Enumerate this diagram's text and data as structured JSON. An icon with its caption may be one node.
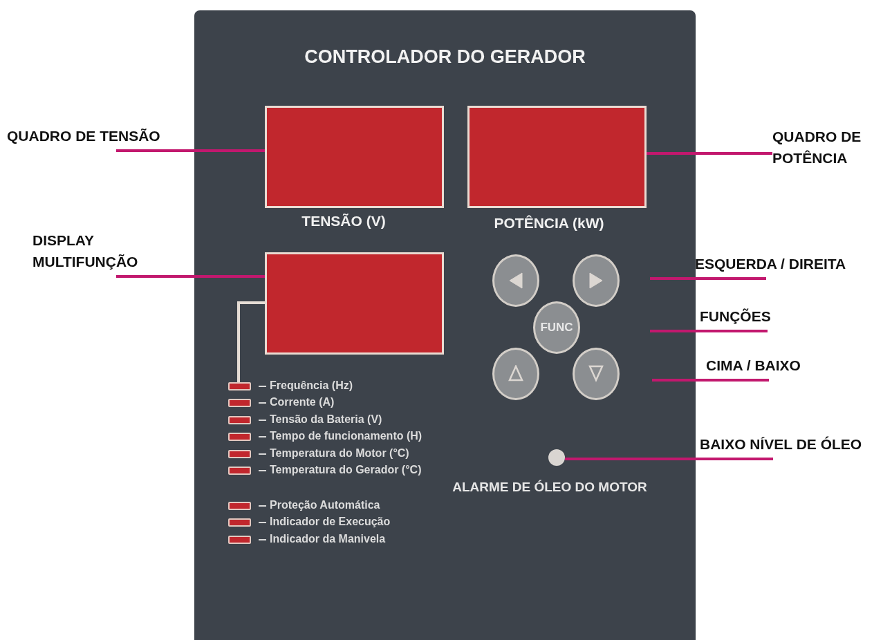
{
  "diagram": {
    "nodes": [
      {
        "text": [
          "CONTROLADOR DO GERADOR"
        ]
      },
      {
        "text": [],
        "shape": "box",
        "in": 0,
        "beside": [
          "TENSÃO (V)"
        ]
      },
      {
        "text": [],
        "shape": "box",
        "in": 0,
        "beside": [
          "POTÊNCIA (kW)"
        ]
      },
      {
        "text": [],
        "shape": "box",
        "in": 0
      },
      {
        "text": [],
        "shape": "circle",
        "in": 0
      },
      {
        "text": [],
        "shape": "circle",
        "in": 0
      },
      {
        "text": [
          "FUNC"
        ],
        "in": 0
      },
      {
        "text": [],
        "shape": "circle",
        "in": 0
      },
      {
        "text": [],
        "shape": "circle",
        "in": 0
      },
      {
        "text": [],
        "shape": "circle",
        "in": 0,
        "beside": [
          "ALARME DE ÓLEO DO MOTOR"
        ]
      },
      {
        "text": [],
        "shape": "bar",
        "in": 0,
        "beside": [
          "Frequência (Hz)"
        ]
      },
      {
        "text": [],
        "shape": "bar",
        "in": 0,
        "beside": [
          "Corrente (A)"
        ]
      },
      {
        "text": [],
        "shape": "bar",
        "in": 0,
        "beside": [
          "Tensão da Bateria (V)"
        ]
      },
      {
        "text": [],
        "shape": "bar",
        "in": 0,
        "beside": [
          "Tempo de funcionamento (H)"
        ]
      },
      {
        "text": [],
        "shape": "bar",
        "in": 0,
        "beside": [
          "Temperatura do Motor (°C)"
        ]
      },
      {
        "text": [],
        "shape": "bar",
        "in": 0,
        "beside": [
          "Temperatura do Gerador (°C)"
        ]
      },
      {
        "text": [],
        "shape": "bar",
        "in": 0,
        "beside": [
          "Proteção Automática"
        ]
      },
      {
        "text": [],
        "shape": "bar",
        "in": 0,
        "beside": [
          "Indicador de Execução"
        ]
      },
      {
        "text": [],
        "shape": "bar",
        "in": 0,
        "beside": [
          "Indicador da Manivela"
        ]
      },
      {
        "text": [
          "QUADRO DE TENSÃO"
        ]
      },
      {
        "text": [
          "DISPLAY MULTIFUNÇÃO"
        ]
      },
      {
        "text": [
          "QUADRO DE POTÊNCIA"
        ]
      },
      {
        "text": [
          "ESQUERDA / DIREITA"
        ]
      },
      {
        "text": [
          "FUNÇÕES"
        ]
      },
      {
        "text": [
          "CIMA / BAIXO"
        ]
      },
      {
        "text": [
          "BAIXO NÍVEL DE ÓLEO"
        ]
      }
    ],
    "edges": [
      {
        "from": 19,
        "to": 1,
        "arrow": "none",
        "color": "#c2186e"
      },
      {
        "from": 20,
        "to": 3,
        "arrow": "none",
        "color": "#c2186e"
      },
      {
        "from": 21,
        "to": 2,
        "arrow": "none",
        "color": "#c2186e"
      },
      {
        "from": 22,
        "to": null,
        "arrow": "none",
        "color": "#c2186e"
      },
      {
        "from": 23,
        "to": null,
        "arrow": "none",
        "color": "#c2186e"
      },
      {
        "from": 24,
        "to": null,
        "arrow": "none",
        "color": "#c2186e"
      },
      {
        "from": 25,
        "to": 9,
        "arrow": "none",
        "color": "#c2186e"
      },
      {
        "from": 3,
        "to": 10,
        "arrow": "none",
        "color": "#e6ddd5"
      }
    ]
  }
}
